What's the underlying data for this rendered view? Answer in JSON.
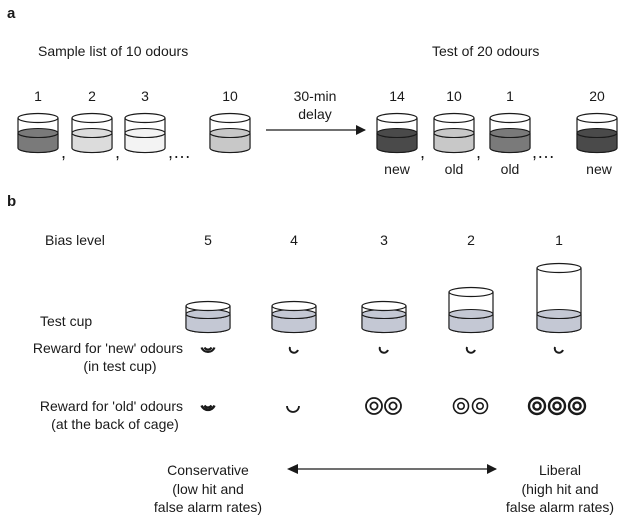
{
  "panel_a": {
    "label": "a",
    "sample_title": "Sample list of 10 odours",
    "test_title": "Test of 20 odours",
    "sample_numbers": [
      "1",
      "2",
      "3",
      "10"
    ],
    "ellipsis": ",…",
    "comma": ",",
    "delay_line1": "30-min",
    "delay_line2": "delay",
    "test_numbers": [
      "14",
      "10",
      "1",
      "20"
    ],
    "test_labels": [
      "new",
      "old",
      "old",
      "new"
    ],
    "sample_fill_colors": [
      "#7a7a7a",
      "#dcdcdc",
      "#f3f3f3",
      "#c8c8c8"
    ],
    "test_fill_colors": [
      "#4a4a4a",
      "#c8c8c8",
      "#7a7a7a",
      "#4a4a4a"
    ]
  },
  "panel_b": {
    "label": "b",
    "bias_label": "Bias level",
    "bias_levels": [
      "5",
      "4",
      "3",
      "2",
      "1"
    ],
    "test_cup_label": "Test cup",
    "reward_new_line1": "Reward for 'new' odours",
    "reward_new_line2": "(in test cup)",
    "reward_old_line1": "Reward for 'old' odours",
    "reward_old_line2": "(at the back of cage)",
    "conservative_line1": "Conservative",
    "conservative_line2": "(low hit and",
    "conservative_line3": "false alarm rates)",
    "liberal_line1": "Liberal",
    "liberal_line2": "(high hit and",
    "liberal_line3": "false alarm rates)",
    "cup_fill_color": "#c4c8d4"
  }
}
